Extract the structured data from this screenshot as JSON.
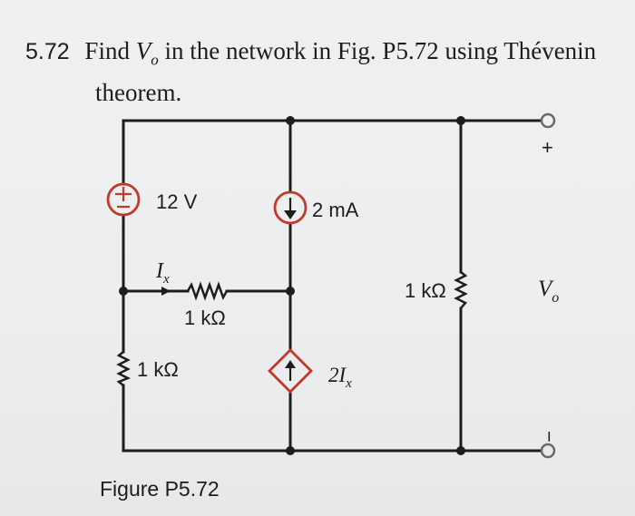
{
  "problem": {
    "number": "5.72",
    "text_part1": "Find",
    "var_V": "V",
    "var_sub": "o",
    "text_part2": "in the network in Fig. P5.72 using Thévenin",
    "text_line2": "theorem."
  },
  "circuit": {
    "voltage_source_label": "12 V",
    "current_source_label": "2 mA",
    "controlled_source_main": "2I",
    "controlled_source_sub": "x",
    "current_label_main": "I",
    "current_label_sub": "x",
    "resistor_mid_label": "1 kΩ",
    "resistor_left_label": "1 kΩ",
    "resistor_right_label": "1 kΩ",
    "output_plus": "+",
    "output_minus": "−",
    "output_var_main": "V",
    "output_var_sub": "o",
    "source_color": "#c0392b",
    "wire_color": "#1d1d1d"
  },
  "figure_caption": "Figure P5.72"
}
